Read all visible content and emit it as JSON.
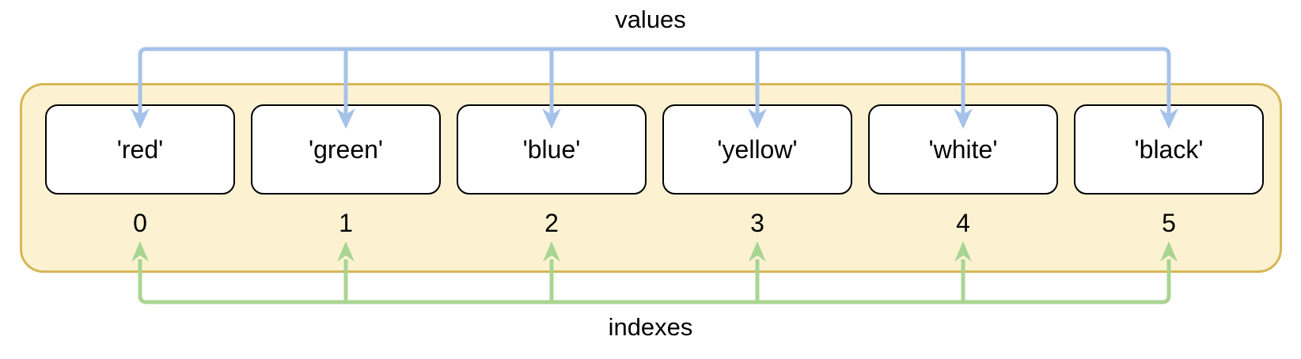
{
  "diagram": {
    "values_label": "values",
    "indexes_label": "indexes",
    "values": [
      "'red'",
      "'green'",
      "'blue'",
      "'yellow'",
      "'white'",
      "'black'"
    ],
    "indexes": [
      "0",
      "1",
      "2",
      "3",
      "4",
      "5"
    ],
    "colors": {
      "container_fill": "#FCF2D2",
      "container_border": "#D6B656",
      "values_arrow": "#A5C2E9",
      "indexes_arrow": "#A9D592",
      "box_fill": "#FFFFFF",
      "box_border": "#000000",
      "text": "#000000"
    }
  }
}
